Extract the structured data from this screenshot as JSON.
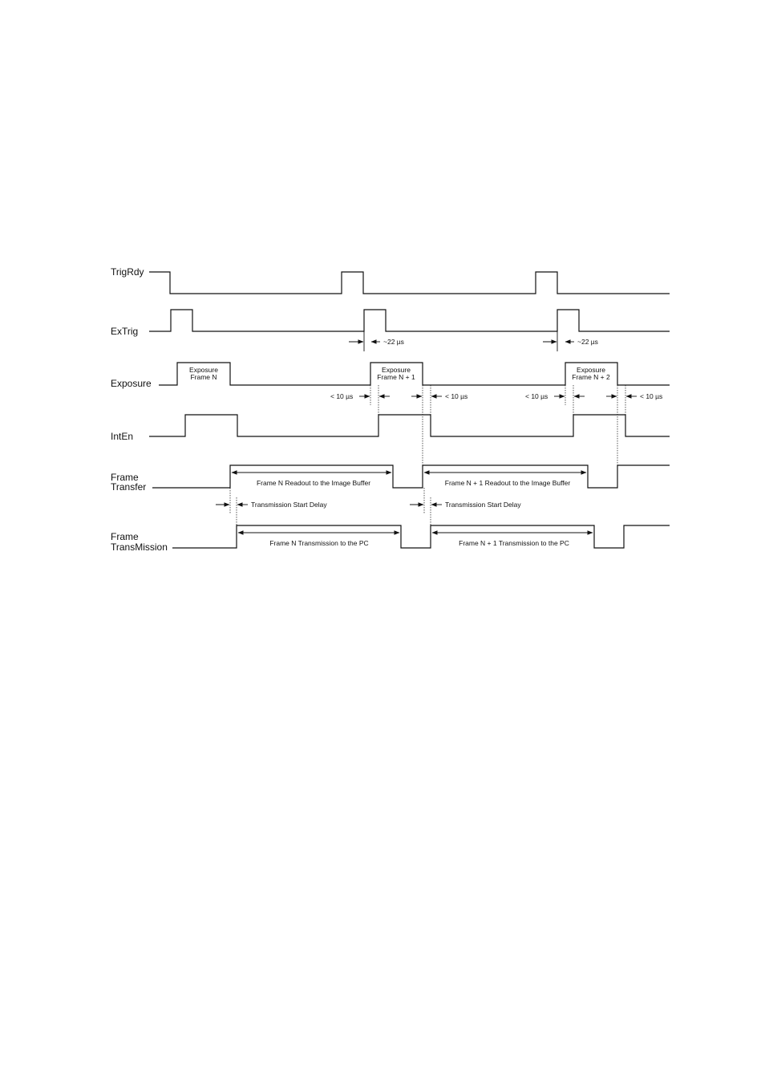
{
  "signals": {
    "trigrdy": "TrigRdy",
    "extrig": "ExTrig",
    "exposure": "Exposure",
    "inten": "IntEn",
    "frame_transfer_1": "Frame",
    "frame_transfer_2": "Transfer",
    "frame_transmission_1": "Frame",
    "frame_transmission_2": "TransMission"
  },
  "exposure_boxes": {
    "n_line1": "Exposure",
    "n_line2": "Frame N",
    "n1_line1": "Exposure",
    "n1_line2": "Frame N + 1",
    "n2_line1": "Exposure",
    "n2_line2": "Frame N + 2"
  },
  "timings": {
    "delay_22_a": "~22 µs",
    "delay_22_b": "~22 µs",
    "lt10_a": "< 10 µs",
    "lt10_b": "< 10 µs",
    "lt10_c": "< 10 µs",
    "lt10_d": "< 10 µs"
  },
  "transfer": {
    "readout_n": "Frame N Readout to the Image Buffer",
    "readout_n1": "Frame N + 1 Readout to the Image Buffer",
    "start_delay_a": "Transmission Start Delay",
    "start_delay_b": "Transmission Start Delay"
  },
  "transmission": {
    "tx_n": "Frame N Transmission to the PC",
    "tx_n1": "Frame N + 1 Transmission to the PC"
  }
}
